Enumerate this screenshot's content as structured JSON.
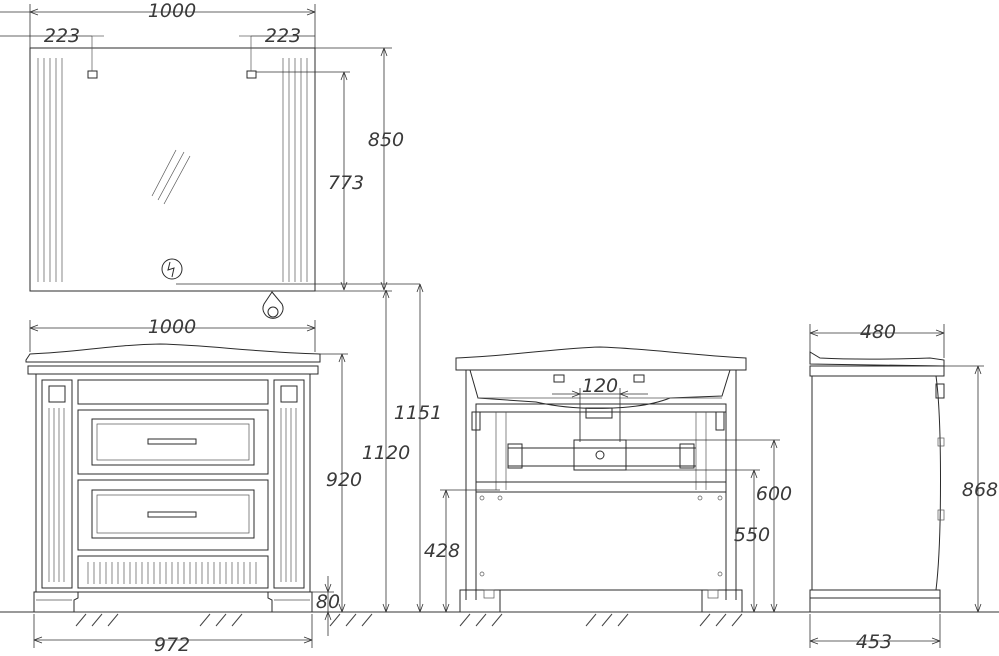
{
  "drawing": {
    "colors": {
      "line": "#2b2b2b",
      "background": "#ffffff"
    },
    "mirror": {
      "width_label": "1000",
      "left_offset_label": "223",
      "right_offset_label": "223",
      "height_label": "850",
      "inner_height_label": "773",
      "power_icon": "lightning-bolt-icon"
    },
    "cabinet_front": {
      "width_label": "1000",
      "base_width_label": "972",
      "height_label": "920",
      "plinth_label": "80",
      "mirror_bottom_label": "1120"
    },
    "cabinet_back": {
      "top_label": "1151",
      "pipe_spacing_label": "120",
      "outlet_height_label": "428",
      "level_600_label": "600",
      "level_550_label": "550"
    },
    "cabinet_side": {
      "depth_label": "480",
      "base_depth_label": "453",
      "height_label": "868"
    }
  }
}
